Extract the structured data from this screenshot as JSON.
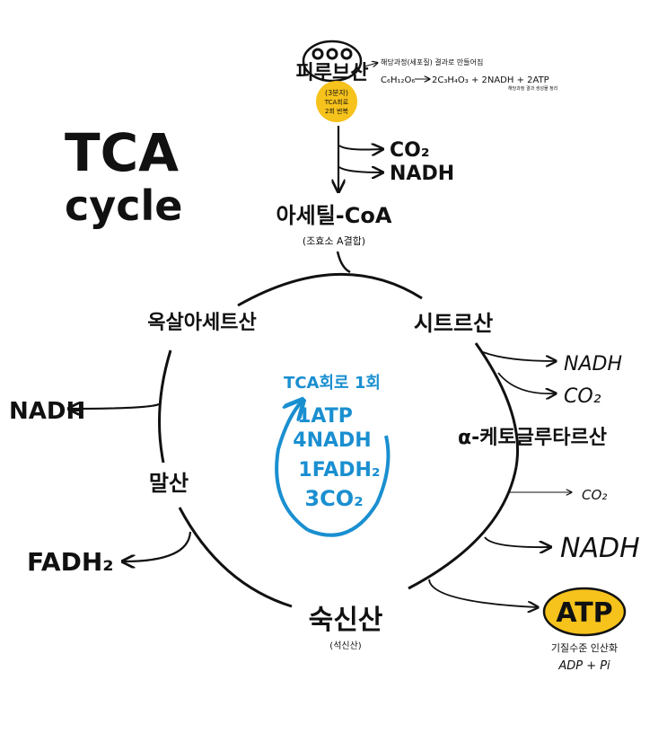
{
  "title": {
    "line1": "TCA",
    "line2": "cycle"
  },
  "pyruvate": {
    "label": "피루브산",
    "badge_line1": "(3분자)",
    "badge_line2": "TCA회로",
    "badge_line3": "2회 반복",
    "note_header": "해당과정(세포질) 결과로 만들어짐",
    "note_equation_left": "C₆H₁₂O₆",
    "note_equation_right": "2C₃H₄O₃ + 2NADH + 2ATP",
    "note_side": "해당과정 결과 생성물 정리"
  },
  "pyruvate_outputs": [
    "CO₂",
    "NADH"
  ],
  "acetyl_coa": {
    "label": "아세틸-CoA",
    "sub": "(조효소 A결합)"
  },
  "cycle_nodes": {
    "citrate": "시트르산",
    "alpha_kg": "α-케토글루타르산",
    "succinate": "숙신산",
    "succinate_sub": "(석신산)",
    "malate": "말산",
    "oxaloacetate": "옥살아세트산"
  },
  "citrate_outputs": [
    "NADH",
    "CO₂"
  ],
  "alpha_kg_outputs": [
    "CO₂",
    "NADH"
  ],
  "atp_badge": "ATP",
  "atp_note_line1": "기질수준 인산화",
  "atp_note_line2": "ADP + Pi",
  "malate_output": "FADH₂",
  "oxaloacetate_output": "NADH",
  "summary": {
    "heading": "TCA회로 1회",
    "items": [
      "1ATP",
      "4NADH",
      "1FADH₂",
      "3CO₂"
    ]
  },
  "colors": {
    "ink": "#111111",
    "accent_blue": "#1a8fd0",
    "highlight_yellow": "#f6c21c"
  }
}
